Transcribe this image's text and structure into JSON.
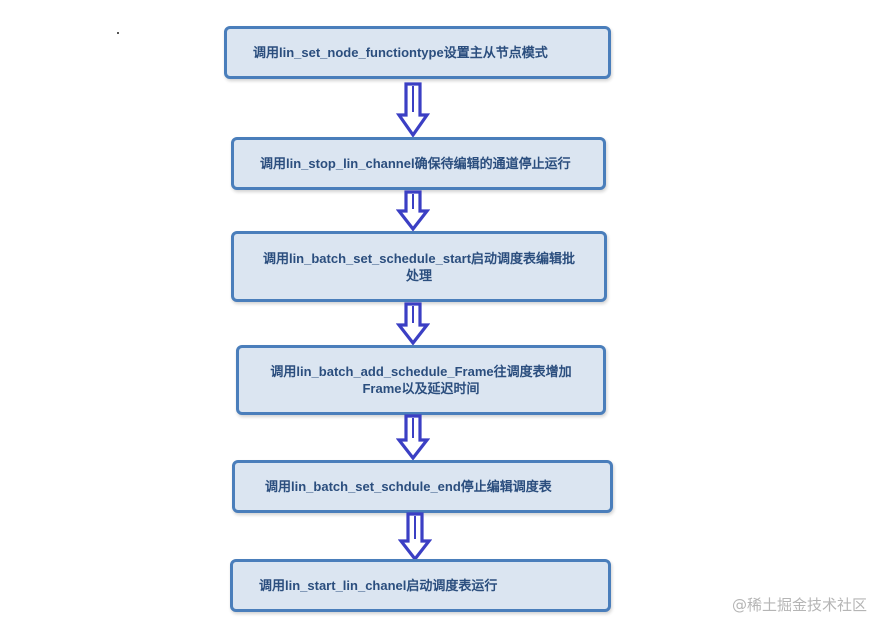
{
  "steps": [
    "调用lin_set_node_functiontype设置主从节点模式",
    "调用lin_stop_lin_channel确保待编辑的通道停止运行",
    "调用lin_batch_set_schedule_start启动调度表编辑批\n处理",
    "调用lin_batch_add_schedule_Frame往调度表增加\nFrame以及延迟时间",
    "调用lin_batch_set_schdule_end停止编辑调度表",
    "调用lin_start_lin_chanel启动调度表运行"
  ],
  "watermark": "@稀土掘金技术社区",
  "colors": {
    "box_fill": "#dbe5f1",
    "box_border": "#4a7ebb",
    "text": "#2b4e7e",
    "arrow": "#3b3fc4"
  }
}
